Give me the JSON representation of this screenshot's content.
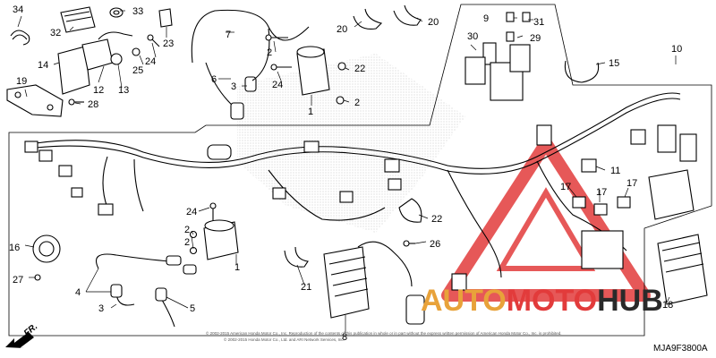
{
  "callouts": [
    "34",
    "33",
    "32",
    "23",
    "7",
    "20",
    "20",
    "9",
    "31",
    "30",
    "29",
    "10",
    "15",
    "14",
    "13",
    "25",
    "24",
    "2",
    "22",
    "6",
    "3",
    "24",
    "12",
    "19",
    "28",
    "1",
    "2",
    "11",
    "17",
    "17",
    "17",
    "24",
    "2",
    "2",
    "22",
    "26",
    "16",
    "27",
    "4",
    "1",
    "3",
    "5",
    "21",
    "18",
    "8"
  ],
  "fr_label": "FR.",
  "copyright_lines": [
    "© 2002-2015 American Honda Motor Co., Inc. Reproduction of the contents of this publication in whole or in part without the express written permission of American Honda Motor Co., Inc. is prohibited.",
    "© 2002-2015 Honda Motor Co., Ltd. and ARI Network Services, Inc."
  ],
  "diagram_code": "MJA9F3800A",
  "watermark": {
    "part1": "AUTO",
    "part2": "MOTO",
    "part3": "HUB",
    "color_primary": "#e8a23a",
    "color_secondary": "#e23b3b",
    "color_dark": "#2a2a2a"
  }
}
